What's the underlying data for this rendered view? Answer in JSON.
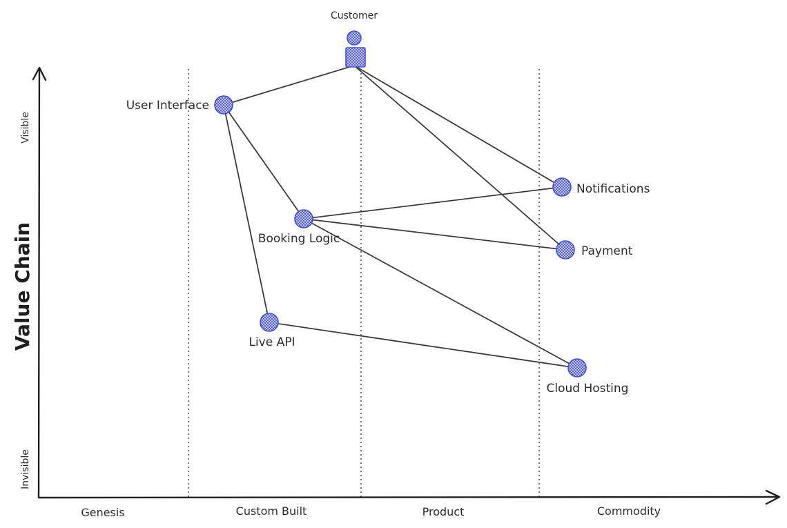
{
  "colors": {
    "axis": "#1f1f1f",
    "link": "#3a3a40",
    "node_stroke": "#4450c8",
    "node_fill": "#c9ccf2",
    "text": "#2b2b2b"
  },
  "axes": {
    "y_title": "Value Chain",
    "y_top": "Visible",
    "y_bottom": "Invisible"
  },
  "stages": [
    "Genesis",
    "Custom Built",
    "Product",
    "Commodity"
  ],
  "anchor": {
    "label": "Customer",
    "icon": "person-icon"
  },
  "components": [
    {
      "id": "ui",
      "label": "User Interface"
    },
    {
      "id": "booking",
      "label": "Booking Logic"
    },
    {
      "id": "api",
      "label": "Live API"
    },
    {
      "id": "notifications",
      "label": "Notifications"
    },
    {
      "id": "payment",
      "label": "Payment"
    },
    {
      "id": "cloud",
      "label": "Cloud Hosting"
    }
  ],
  "links": [
    [
      "customer",
      "ui"
    ],
    [
      "customer",
      "notifications"
    ],
    [
      "customer",
      "payment"
    ],
    [
      "ui",
      "booking"
    ],
    [
      "ui",
      "api"
    ],
    [
      "booking",
      "notifications"
    ],
    [
      "booking",
      "payment"
    ],
    [
      "booking",
      "cloud"
    ],
    [
      "api",
      "cloud"
    ]
  ]
}
